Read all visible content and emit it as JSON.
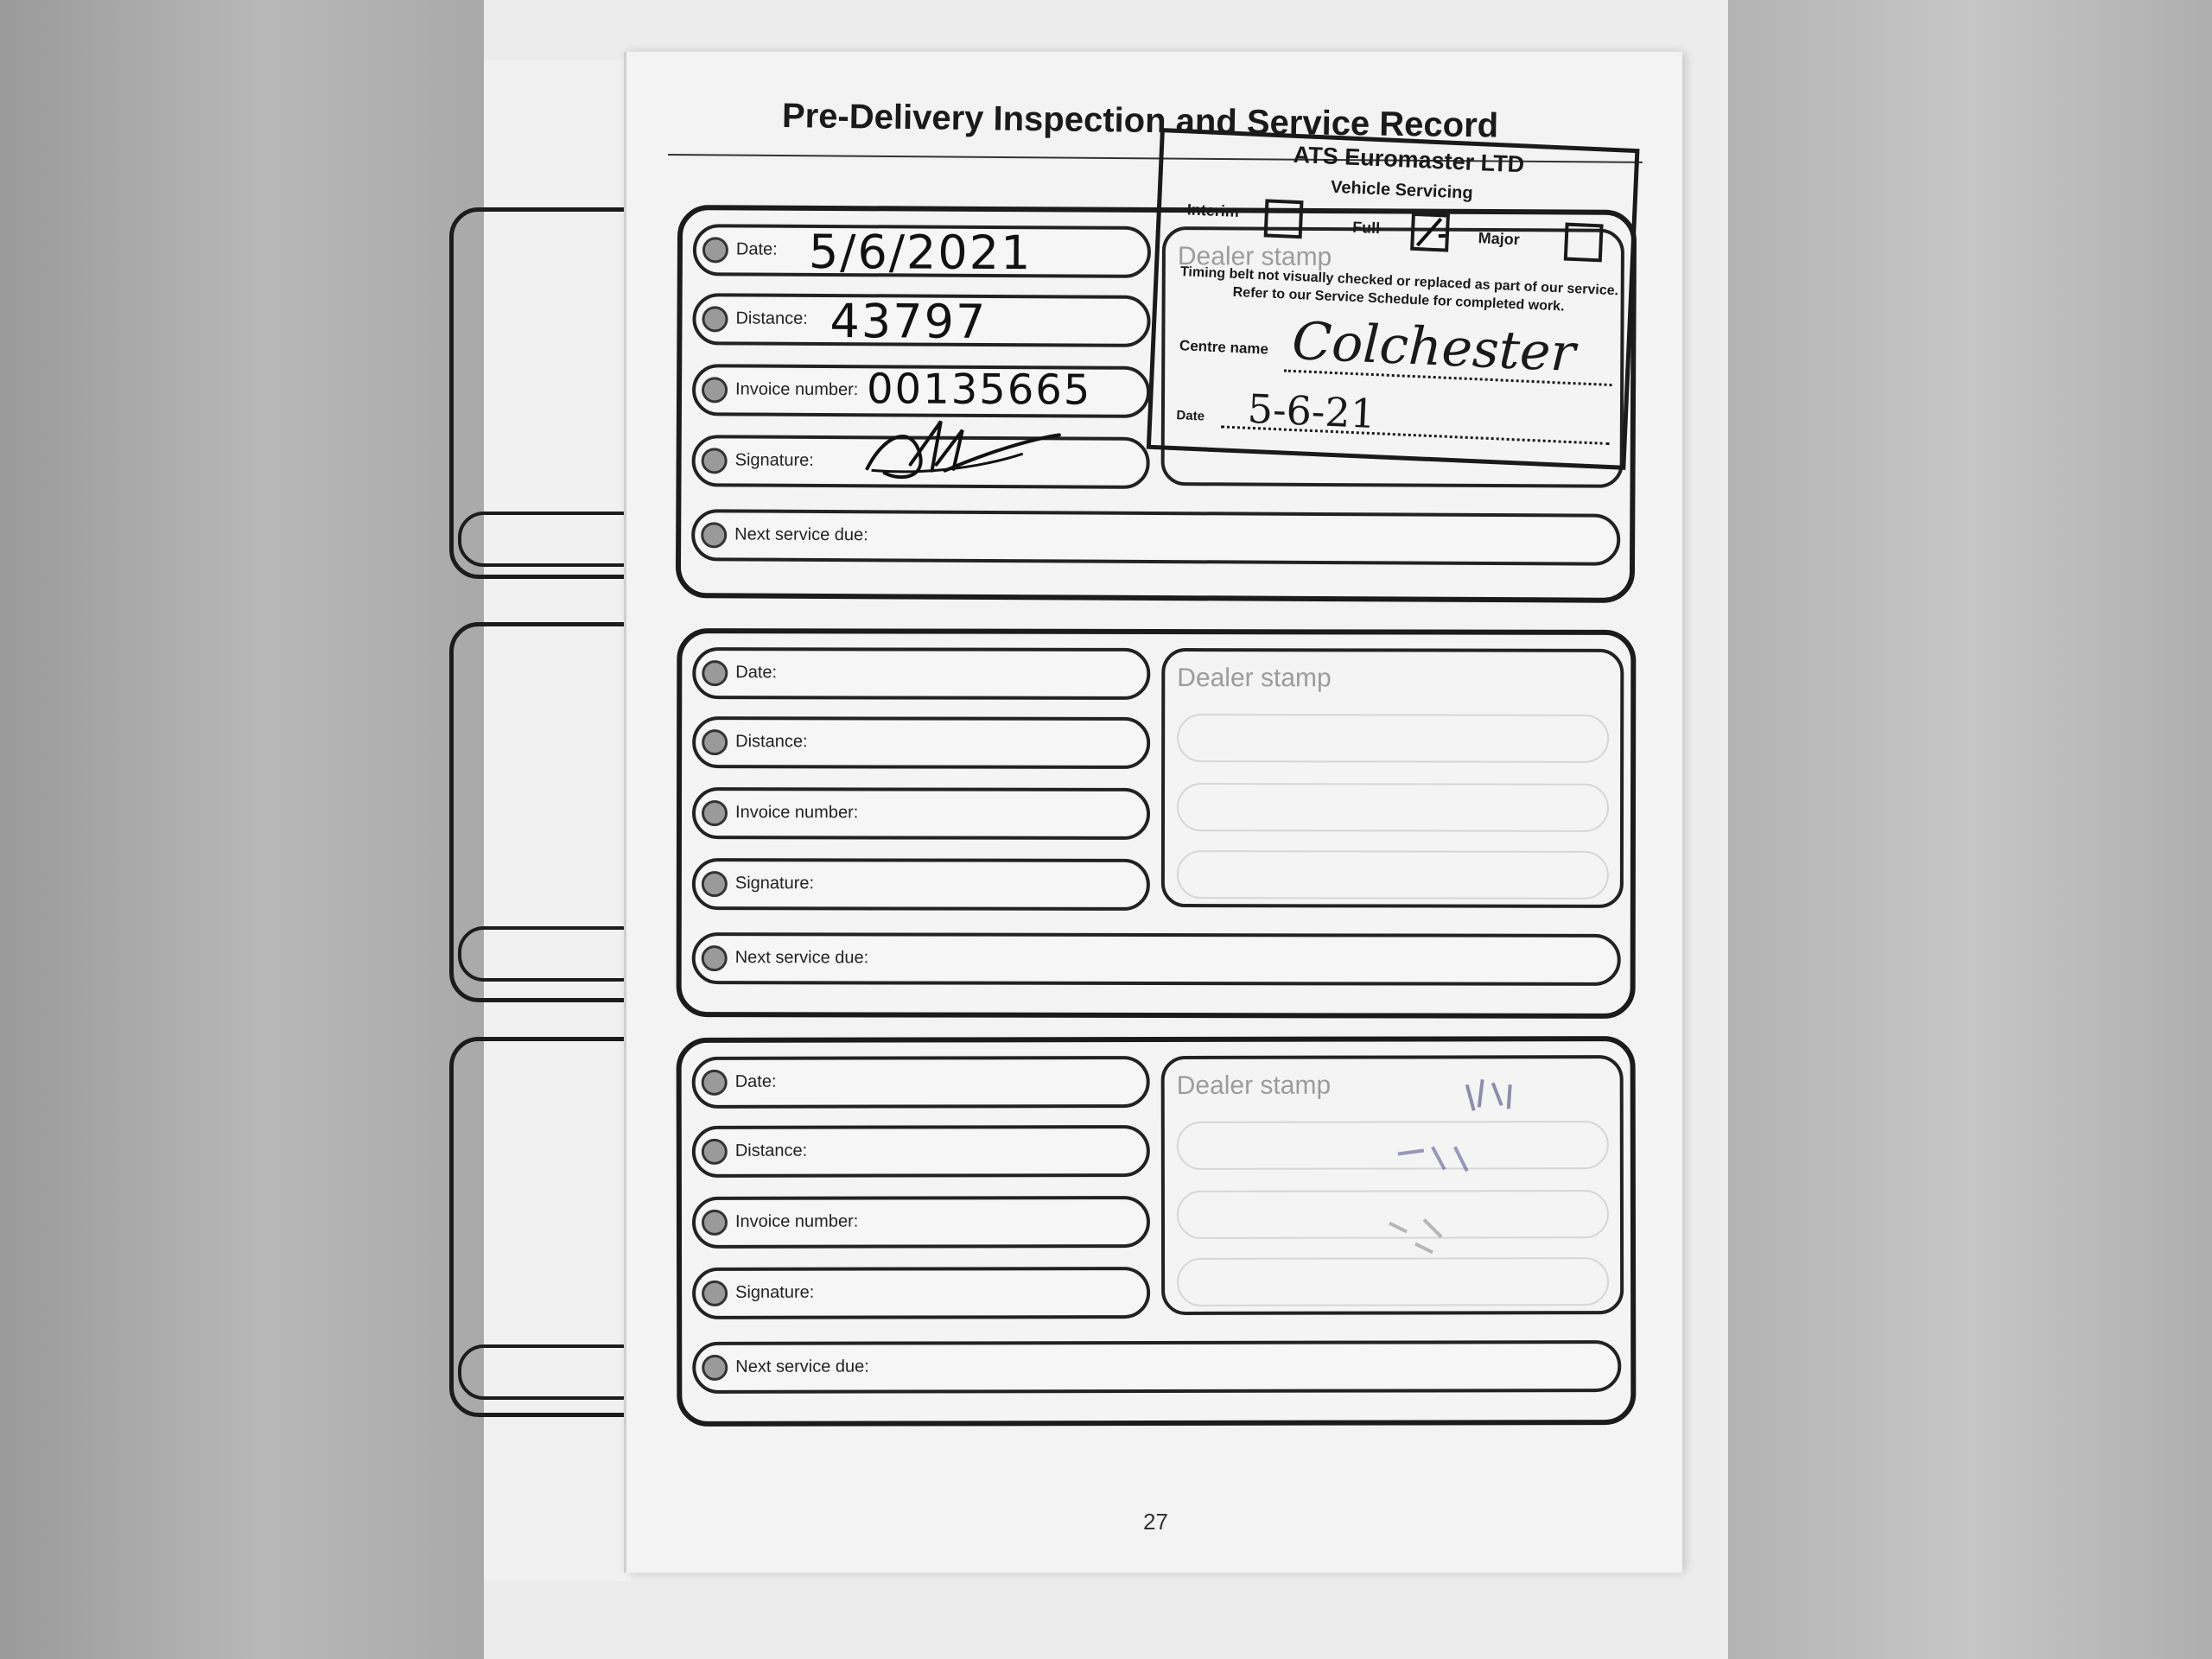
{
  "page_title": "Pre-Delivery Inspection and Service Record",
  "field_labels": {
    "date": "Date:",
    "distance": "Distance:",
    "invoice": "Invoice number:",
    "signature": "Signature:",
    "next_service": "Next service due:",
    "dealer_stamp": "Dealer stamp"
  },
  "records": [
    {
      "date": "5/6/2021",
      "distance": "43797",
      "invoice_number": "00135665",
      "signature": "",
      "next_service_due": ""
    },
    {
      "date": "",
      "distance": "",
      "invoice_number": "",
      "signature": "",
      "next_service_due": ""
    },
    {
      "date": "",
      "distance": "",
      "invoice_number": "",
      "signature": "",
      "next_service_due": ""
    }
  ],
  "ats_stamp": {
    "company": "ATS Euromaster LTD",
    "subtitle": "Vehicle Servicing",
    "options": [
      "Interim",
      "Full",
      "Major"
    ],
    "checked_option": "Full",
    "note": "Timing belt not visually checked or replaced as part of our service. Refer to our Service Schedule for completed work.",
    "centre_label": "Centre name",
    "centre_value": "Colchester",
    "date_label": "Date",
    "date_value": "5-6-21"
  },
  "page_number": "27"
}
